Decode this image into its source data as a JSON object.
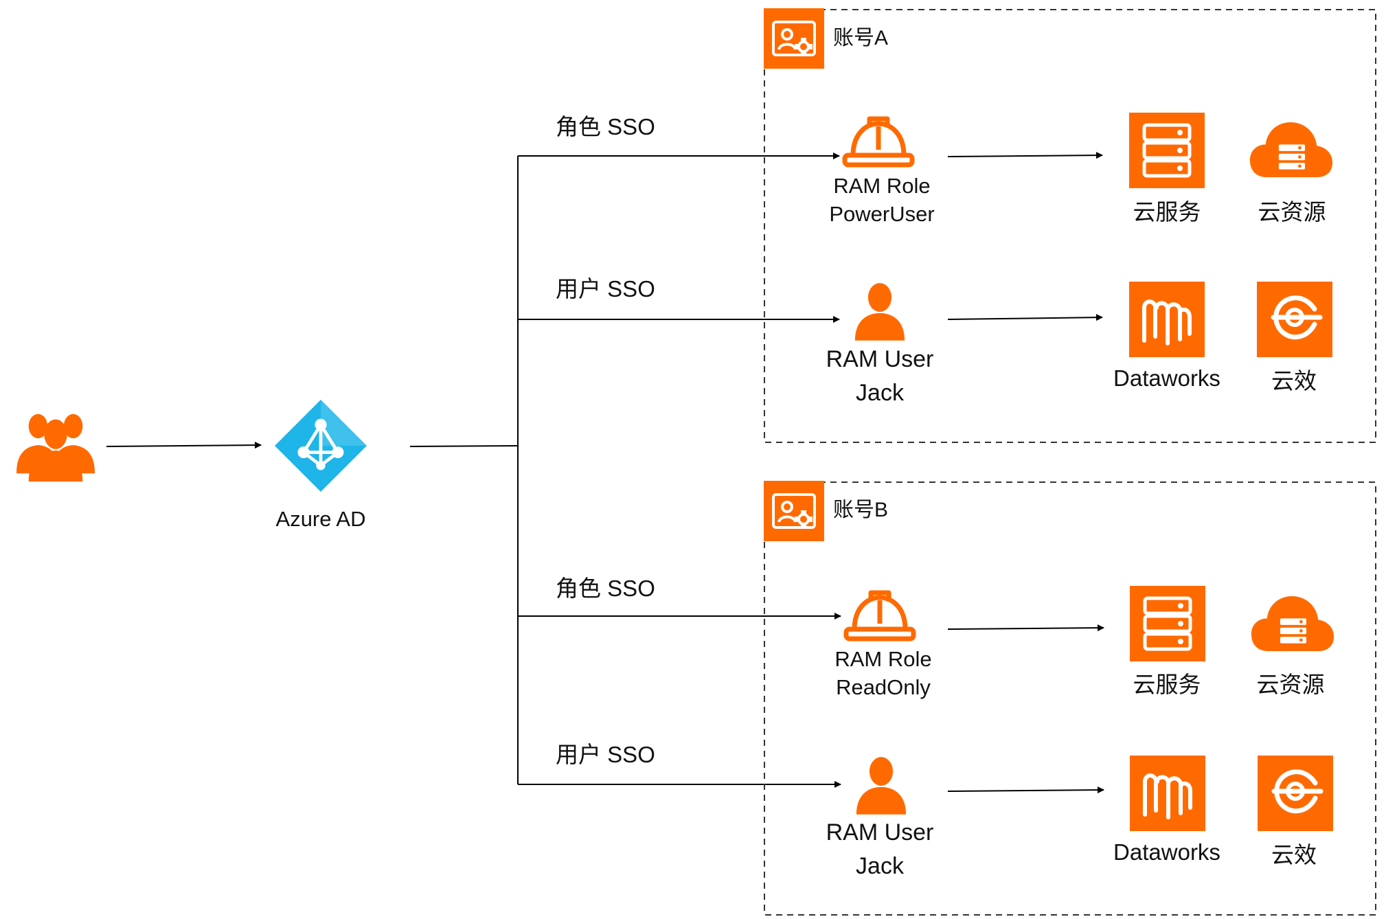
{
  "colors": {
    "orange": "#ff6a00",
    "azure": "#1fb5e8",
    "line": "#000000",
    "text": "#111111"
  },
  "source": {
    "icon": "users-group-icon",
    "label": ""
  },
  "idp": {
    "icon": "azure-ad-icon",
    "label": "Azure AD"
  },
  "accounts": [
    {
      "icon": "account-management-icon",
      "title": "账号A",
      "entries": [
        {
          "sso_label": "角色 SSO",
          "principal_icon": "ram-role-hardhat-icon",
          "principal_line1": "RAM Role",
          "principal_line2": "PowerUser",
          "resource1_icon": "cloud-service-server-icon",
          "resource1_label": "云服务",
          "resource2_icon": "cloud-resource-icon",
          "resource2_label": "云资源"
        },
        {
          "sso_label": "用户 SSO",
          "principal_icon": "ram-user-icon",
          "principal_line1": "RAM User",
          "principal_line2": "Jack",
          "resource1_icon": "dataworks-icon",
          "resource1_label": "Dataworks",
          "resource2_icon": "yunxiao-icon",
          "resource2_label": "云效"
        }
      ]
    },
    {
      "icon": "account-management-icon",
      "title": "账号B",
      "entries": [
        {
          "sso_label": "角色 SSO",
          "principal_icon": "ram-role-hardhat-icon",
          "principal_line1": "RAM Role",
          "principal_line2": "ReadOnly",
          "resource1_icon": "cloud-service-server-icon",
          "resource1_label": "云服务",
          "resource2_icon": "cloud-resource-icon",
          "resource2_label": "云资源"
        },
        {
          "sso_label": "用户 SSO",
          "principal_icon": "ram-user-icon",
          "principal_line1": "RAM User",
          "principal_line2": "Jack",
          "resource1_icon": "dataworks-icon",
          "resource1_label": "Dataworks",
          "resource2_icon": "yunxiao-icon",
          "resource2_label": "云效"
        }
      ]
    }
  ]
}
